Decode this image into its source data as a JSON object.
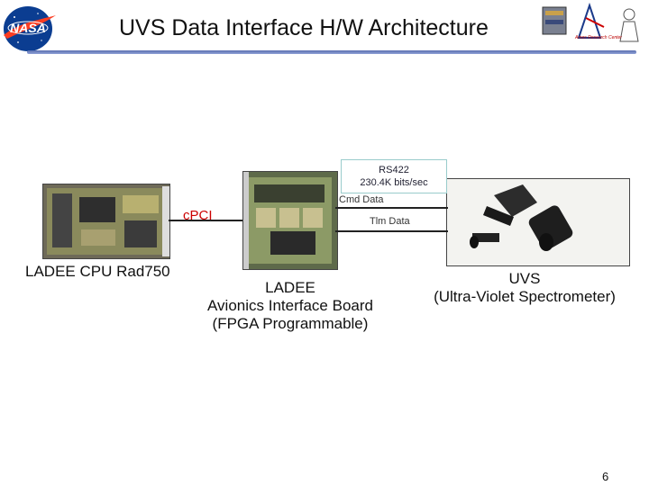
{
  "title": "UVS Data Interface H/W Architecture",
  "logos": {
    "nasa": "NASA",
    "ames": "Ames Research Center"
  },
  "components": {
    "cpu": {
      "caption": "LADEE CPU Rad750"
    },
    "aib": {
      "caption_lines": [
        "LADEE",
        "Avionics Interface Board",
        "(FPGA Programmable)"
      ]
    },
    "uvs": {
      "caption_lines": [
        "UVS",
        "(Ultra-Violet Spectrometer)"
      ]
    }
  },
  "links": {
    "rs422": {
      "line1": "RS422",
      "line2": "230.4K bits/sec"
    },
    "cmd": "Cmd Data",
    "tlm": "Tlm Data",
    "cpci": "cPCI"
  },
  "colors": {
    "cpci": "#cc0000",
    "rule": "#5a6fb0",
    "nasa_blue": "#0b3d91",
    "nasa_red": "#fc3d21"
  },
  "page_number": "6"
}
